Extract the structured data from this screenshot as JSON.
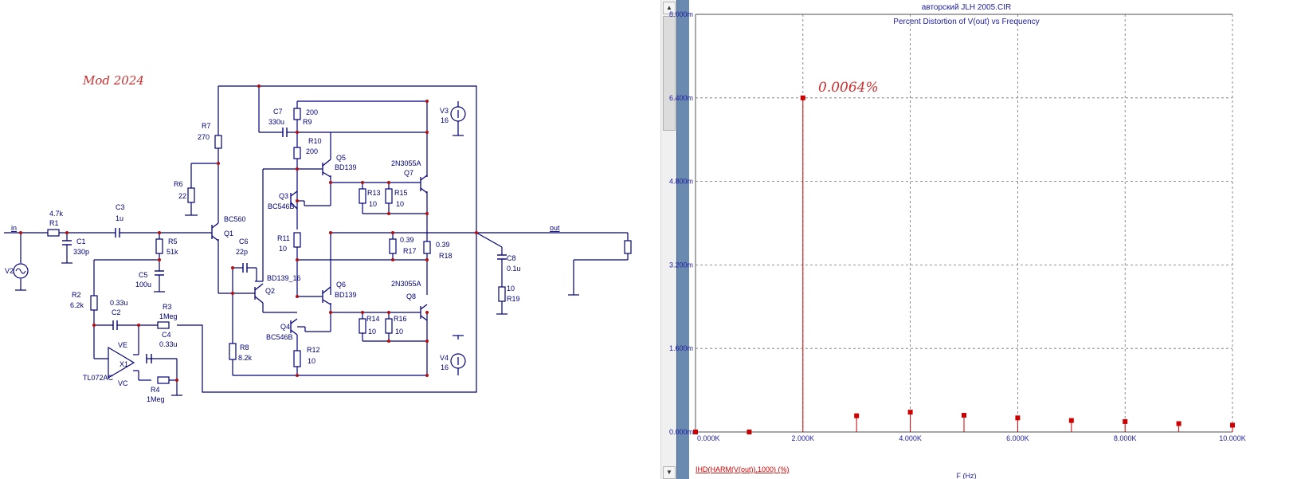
{
  "schematic": {
    "mod_note": "Mod 2024",
    "node_in": "in",
    "node_out": "out",
    "labels": {
      "r1": "R1",
      "r1_val": "4.7k",
      "c3": "C3",
      "c3_val": "1u",
      "c1": "C1",
      "c1_val": "330p",
      "v2": "V2",
      "r5": "R5",
      "r5_val": "51k",
      "c5": "C5",
      "c5_val": "100u",
      "r2": "R2",
      "r2_val": "6.2k",
      "c2": "C2",
      "c2_val": "0.33u",
      "r3": "R3",
      "r3_val": "1Meg",
      "c4": "C4",
      "c4_val": "0.33u",
      "r4": "R4",
      "r4_val": "1Meg",
      "x1": "X1",
      "x1_type": "TL072AC",
      "ve": "VE",
      "vc": "VC",
      "r7": "R7",
      "r7_val": "270",
      "r6": "R6",
      "r6_val": "22",
      "q1": "Q1",
      "q1_type": "BC560",
      "c6": "C6",
      "c6_val": "22p",
      "q2": "Q2",
      "q2_type": "BD139_16",
      "r8": "R8",
      "r8_val": "8.2k",
      "c7": "C7",
      "c7_val": "330u",
      "r9": "R9",
      "r9_val": "200",
      "r10": "R10",
      "r10_val": "200",
      "q5": "Q5",
      "q5_type": "BD139",
      "q3": "Q3",
      "q3_type": "BC546B",
      "r11": "R11",
      "r11_val": "10",
      "q6": "Q6",
      "q6_type": "BD139",
      "q4": "Q4",
      "q4_type": "BC546B",
      "r12": "R12",
      "r12_val": "10",
      "q7": "Q7",
      "q7_type": "2N3055A",
      "q8": "Q8",
      "q8_type": "2N3055A",
      "r13": "R13",
      "r13_val": "10",
      "r15": "R15",
      "r15_val": "10",
      "r14": "R14",
      "r14_val": "10",
      "r16": "R16",
      "r16_val": "10",
      "r17": "R17",
      "r17_val": "0.39",
      "r18": "R18",
      "r18_val": "0.39",
      "v3": "V3",
      "v3_val": "16",
      "v4": "V4",
      "v4_val": "16",
      "c8": "C8",
      "c8_val": "0.1u",
      "r19": "R19",
      "r19_val": "10"
    }
  },
  "plot": {
    "window_title": "авторский JLH 2005.CIR",
    "title": "Percent Distortion of V(out) vs Frequency",
    "annotation": "0.0064%",
    "expression_label": "IHD(HARM(V(out)),1000) (%)",
    "xlabel": "F (Hz)",
    "colors": {
      "trace": "#cc0000",
      "axis_text": "#1c1ca0",
      "grid": "#707070",
      "annotation": "#cc3030"
    }
  },
  "chart_data": {
    "type": "bar",
    "title": "Percent Distortion of V(out) vs Frequency",
    "xlabel": "F (Hz)",
    "ylabel": "IHD(HARM(V(out)),1000) (%)",
    "xlim": [
      0,
      10000
    ],
    "ylim": [
      0,
      0.008
    ],
    "x_ticks": [
      "0.000K",
      "2.000K",
      "4.000K",
      "6.000K",
      "8.000K",
      "10.000K"
    ],
    "y_ticks": [
      "0.000m",
      "1.600m",
      "3.200m",
      "4.800m",
      "6.400m",
      "8.000m"
    ],
    "grid": true,
    "x": [
      0,
      1000,
      2000,
      3000,
      4000,
      5000,
      6000,
      7000,
      8000,
      9000,
      10000
    ],
    "values": [
      0,
      0,
      0.0064,
      0.00031,
      0.00038,
      0.00032,
      0.00027,
      0.00022,
      0.0002,
      0.00016,
      0.00013
    ]
  }
}
